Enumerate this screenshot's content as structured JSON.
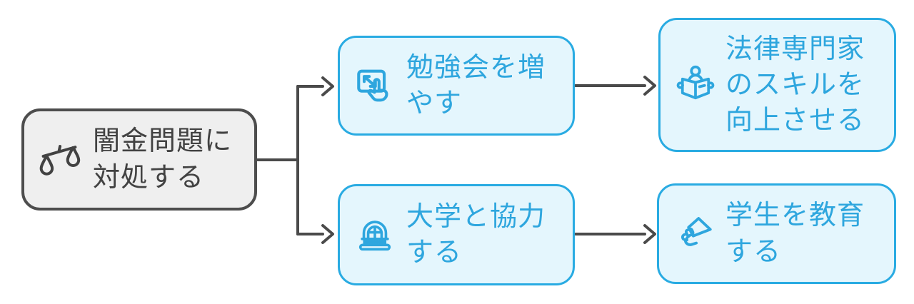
{
  "palette": {
    "background": "#FFFFFF",
    "accent": "#29ABE2",
    "accent_text": "#2EA6DE",
    "node_fill": "#E4F6FD",
    "root_fill": "#EFEFEF",
    "root_border": "#4D4D4D",
    "root_text": "#424242",
    "connector": "#4A4A4A"
  },
  "diagram": {
    "type": "flowchart",
    "direction": "left-to-right",
    "nodes": {
      "root": {
        "label": "闇金問題に対処する",
        "lines": [
          "闇金問題に",
          "対処する"
        ],
        "icon": "scales-icon",
        "style": "gray"
      },
      "study": {
        "label": "勉強会を増やす",
        "lines": [
          "勉強会を増",
          "やす"
        ],
        "icon": "touch-screen-icon",
        "style": "blue"
      },
      "skills": {
        "label": "法律専門家のスキルを向上させる",
        "lines": [
          "法律専門家",
          "のスキルを",
          "向上させる"
        ],
        "icon": "reading-person-icon",
        "style": "blue"
      },
      "university": {
        "label": "大学と協力する",
        "lines": [
          "大学と協力",
          "する"
        ],
        "icon": "university-icon",
        "style": "blue"
      },
      "educate": {
        "label": "学生を教育する",
        "lines": [
          "学生を教育",
          "する"
        ],
        "icon": "megaphone-icon",
        "style": "blue"
      }
    },
    "edges": [
      {
        "from": "root",
        "to": "study"
      },
      {
        "from": "root",
        "to": "university"
      },
      {
        "from": "study",
        "to": "skills"
      },
      {
        "from": "university",
        "to": "educate"
      }
    ]
  }
}
